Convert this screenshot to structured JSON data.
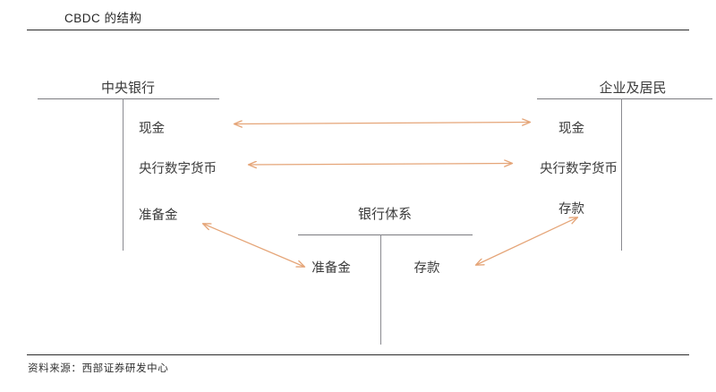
{
  "figure": {
    "title": "CBDC 的结构",
    "source": "资料来源：西部证券研发中心"
  },
  "accounts": {
    "central_bank": {
      "title": "中央银行",
      "assets": [],
      "liabilities": [
        "现金",
        "央行数字货币",
        "准备金"
      ]
    },
    "banking_system": {
      "title": "银行体系",
      "assets": [
        "准备金"
      ],
      "liabilities": [
        "存款"
      ]
    },
    "firms_households": {
      "title": "企业及居民",
      "assets": [
        "现金",
        "央行数字货币",
        "存款"
      ],
      "liabilities": []
    }
  },
  "labels": {
    "cb_cash": "现金",
    "cb_cbdc": "央行数字货币",
    "cb_reserves": "准备金",
    "bank_reserves": "准备金",
    "bank_deposits": "存款",
    "hh_cash": "现金",
    "hh_cbdc": "央行数字货币",
    "hh_deposits": "存款"
  },
  "connections": [
    {
      "name": "cash-link",
      "from": "中央银行·现金",
      "to": "企业及居民·现金",
      "style": "double-headed"
    },
    {
      "name": "cbdc-link",
      "from": "中央银行·央行数字货币",
      "to": "企业及居民·央行数字货币",
      "style": "double-headed"
    },
    {
      "name": "reserves-link",
      "from": "中央银行·准备金",
      "to": "银行体系·准备金",
      "style": "double-headed"
    },
    {
      "name": "deposits-link",
      "from": "银行体系·存款",
      "to": "企业及居民·存款",
      "style": "double-headed"
    }
  ],
  "colors": {
    "arrow": "#E5A578",
    "rule": "#2b2b2b",
    "taccount_line": "#7f7f85",
    "text": "#3b3b3b",
    "background": "#ffffff"
  }
}
